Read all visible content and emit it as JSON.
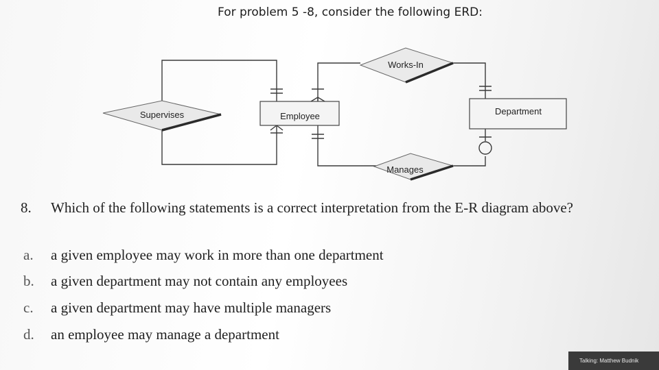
{
  "heading": "For problem 5 -8, consider the following ERD:",
  "erd": {
    "entities": {
      "employee": "Employee",
      "department": "Department"
    },
    "relationships": {
      "supervises": "Supervises",
      "works_in": "Works-In",
      "manages": "Manages"
    }
  },
  "question": {
    "number": "8.",
    "text": "Which of the following statements is a correct interpretation from the E-R diagram above?",
    "options": [
      {
        "letter": "a.",
        "text": "a given employee may work in more than one department"
      },
      {
        "letter": "b.",
        "text": "a given department may not contain any employees"
      },
      {
        "letter": "c.",
        "text": "a given department may have multiple managers"
      },
      {
        "letter": "d.",
        "text": "an employee may manage a department"
      }
    ]
  },
  "status": {
    "talking": "Talking: Matthew Budnik"
  }
}
